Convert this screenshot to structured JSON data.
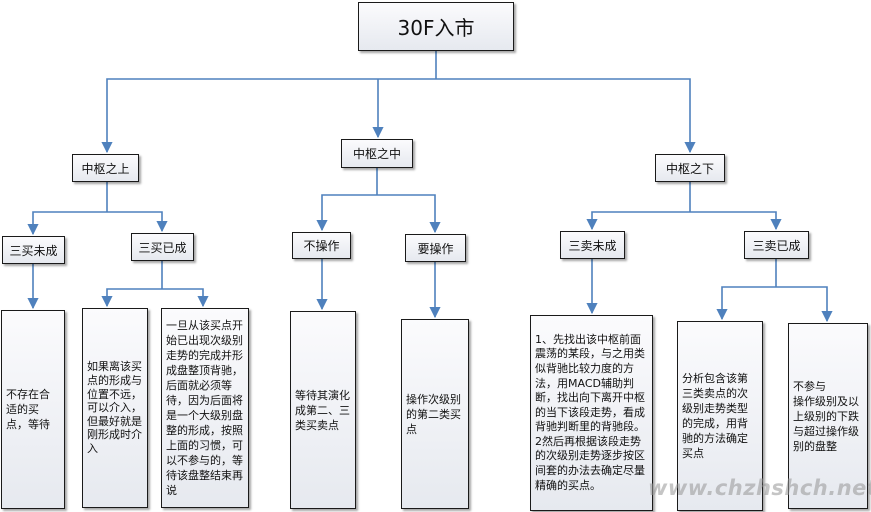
{
  "root": "30F入市",
  "level1": {
    "above": "中枢之上",
    "middle": "中枢之中",
    "below": "中枢之下"
  },
  "level2": {
    "buy3_not_formed": "三买未成",
    "buy3_formed": "三买已成",
    "no_action": "不操作",
    "action": "要操作",
    "sell3_not_formed": "三卖未成",
    "sell3_formed": "三卖已成"
  },
  "notes": {
    "wait_buy_point": "不存在合适的买点，等待",
    "buy_if_close": "如果离该买点的形成与位置不远，可以介入，但最好就是刚形成时介入",
    "once_buy_point": "一旦从该买点开始已出现次级别走势的完成并形成盘整顶背驰，后面就必须等待，因为后面将是一个大级别盘整的形成，按照上面的习惯，可以不参与的，等待该盘整结束再说",
    "wait_evolve": "等待其演化成第二、三类买卖点",
    "trade_second_buy": "操作次级别的第二类买点",
    "sell3_steps": "1、先找出该中枢前面震荡的某段，与之用类似背驰比较力度的方法，用MACD辅助判断，找出向下离开中枢的当下该段走势，看成背驰判断里的背驰段。\n2然后再根据该段走势的次级别走势逐步按区间套的办法去确定尽量精确的买点。",
    "analyze_sell3": "分析包含该第三类卖点的次级别走势类型的完成，用背驰的方法确定买点",
    "no_participate": "不参与\n操作级别及以上级别的下跌与超过操作级别的盘整"
  },
  "watermark": "www.chzhshch.net",
  "colors": {
    "connector": "#4f81bd",
    "border": "#1a1a1a",
    "box_fill_top": "#fbfbfd",
    "box_fill_bottom": "#e6e9ef"
  }
}
